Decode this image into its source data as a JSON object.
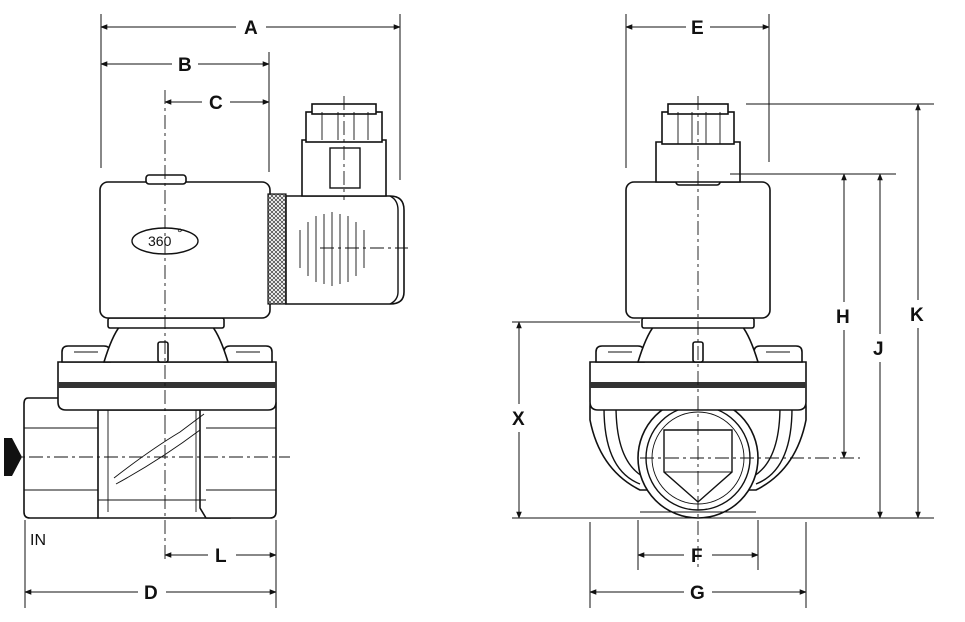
{
  "labels": {
    "A": "A",
    "B": "B",
    "C": "C",
    "D": "D",
    "E": "E",
    "F": "F",
    "G": "G",
    "H": "H",
    "J": "J",
    "K": "K",
    "L": "L",
    "X": "X",
    "rotation": "360",
    "rotation_degree": "°",
    "inlet": "IN"
  },
  "colors": {
    "line": "#111111",
    "background": "#ffffff",
    "band": "#333333"
  }
}
